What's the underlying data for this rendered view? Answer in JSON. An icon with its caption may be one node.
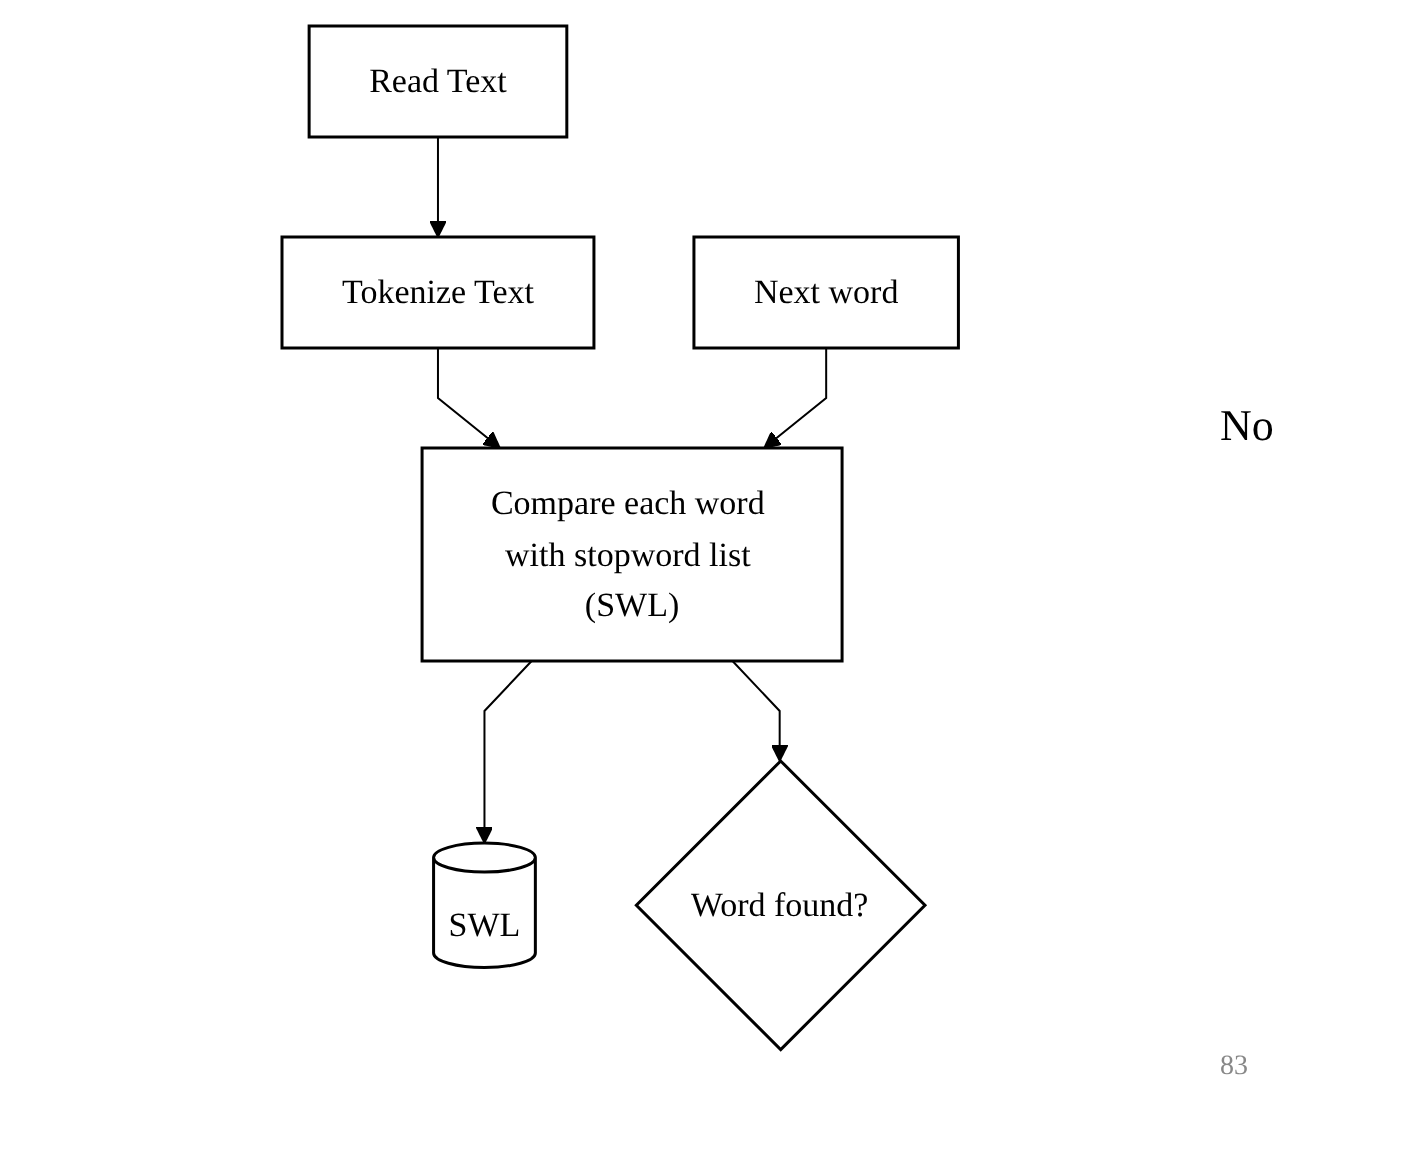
{
  "diagram": {
    "nodes": [
      {
        "text": [
          "Read Text"
        ]
      },
      {
        "text": [
          "Tokenize Text"
        ]
      },
      {
        "text": [
          "Compare each word with stopword list (SWL)"
        ]
      },
      {
        "text": [
          "SWL"
        ]
      },
      {
        "text": [
          "Word found?"
        ]
      },
      {
        "text": [
          "Next word"
        ]
      }
    ],
    "edges": [
      {
        "from": 0,
        "to": 1,
        "arrow": "to"
      },
      {
        "from": 1,
        "to": 2,
        "arrow": "to"
      },
      {
        "from": 2,
        "to": 3,
        "arrow": "to"
      },
      {
        "from": 2,
        "to": 4,
        "arrow": "to"
      },
      {
        "from": 5,
        "to": 2,
        "arrow": "to"
      }
    ],
    "labels": [
      "No",
      "83"
    ]
  }
}
